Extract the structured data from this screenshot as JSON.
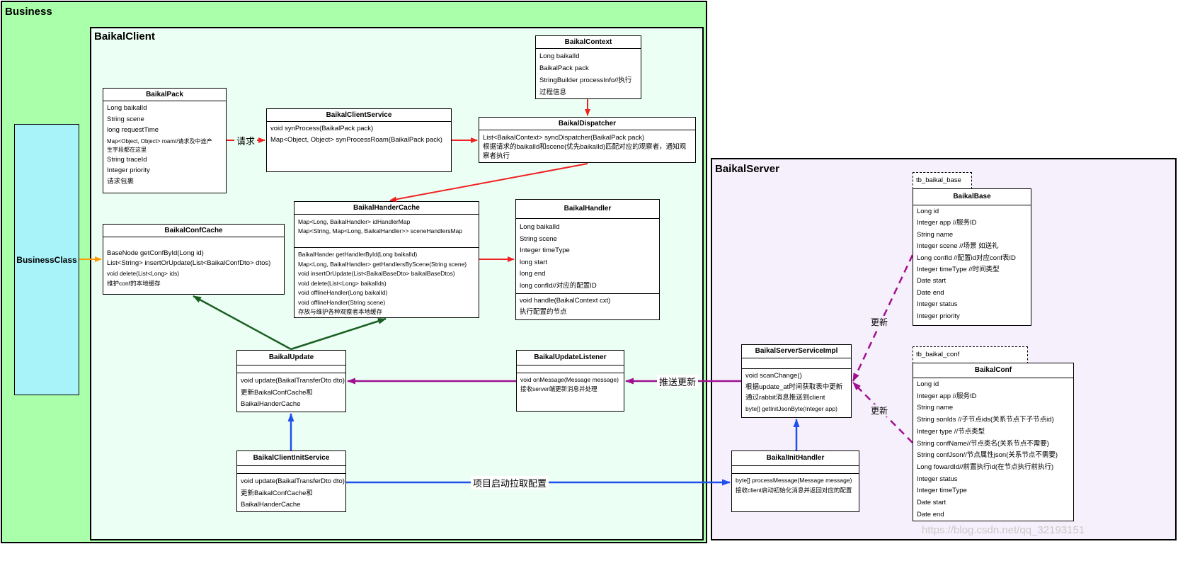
{
  "packages": {
    "business": "Business",
    "client": "BaikalClient",
    "server": "BaikalServer"
  },
  "business_class": "BusinessClass",
  "classes": {
    "baikal_context": {
      "title": "BaikalContext",
      "lines": [
        "Long baikalId",
        "BaikalPack pack",
        "StringBuilder processInfo//执行",
        "过程信息"
      ]
    },
    "baikal_pack": {
      "title": "BaikalPack",
      "lines": [
        "Long baikalId",
        "String scene",
        "long requestTime",
        "Map<Object, Object> roam//请求及中途产",
        "生字段都在这里",
        "String traceId",
        "Integer priority",
        "请求包裹"
      ]
    },
    "client_service": {
      "title": "BaikalClientService",
      "lines": [
        "void synProcess(BaikalPack pack)",
        "Map<Object, Object> synProcessRoam(BaikalPack pack)"
      ]
    },
    "dispatcher": {
      "title": "BaikalDispatcher",
      "lines": [
        "List<BaikalContext> syncDispatcher(BaikalPack pack)",
        "根据请求的baikalId和scene(优先baikalId)匹配对应的观察者，通知观察者执行"
      ]
    },
    "conf_cache": {
      "title": "BaikalConfCache",
      "lines": [
        "BaseNode getConfById(Long id)",
        "List<String> insertOrUpdate(List<BaikalConfDto> dtos)",
        "void delete(List<Long> ids)",
        "维护conf的本地缓存"
      ]
    },
    "hander_cache": {
      "title": "BaikalHanderCache",
      "fields": [
        "Map<Long, BaikalHandler> idHandlerMap",
        "Map<String, Map<Long, BaikalHandler>> sceneHandlersMap"
      ],
      "methods": [
        "BaikalHander getHandlerById(Long baikalId)",
        "Map<Long, BaikalHandler> getHandlersByScene(String scene)",
        "void insertOrUpdate(List<BaikalBaseDto> baikalBaseDtos)",
        "void delete(List<Long> baikalIds)",
        "void offlineHandler(Long baikalId)",
        "void offlineHandler(String scene)",
        "存放与维护各种观察者本地缓存"
      ]
    },
    "handler": {
      "title": "BaikalHandler",
      "fields": [
        "Long baikalId",
        "String scene",
        "Integer  timeType",
        "long start",
        "long end",
        "long confId//对应的配置ID"
      ],
      "methods": [
        "void handle(BaikalContext cxt)",
        "执行配置的节点"
      ]
    },
    "update": {
      "title": "BaikalUpdate",
      "lines": [
        "void update(BaikalTransferDto dto)",
        "更新BaikalConfCache和",
        "BaikalHanderCache"
      ]
    },
    "update_listener": {
      "title": "BaikalUpdateListener",
      "lines": [
        "void onMessage(Message message)",
        "接收server端更新消息并处理"
      ]
    },
    "client_init": {
      "title": "BaikalClientInitService",
      "lines": [
        "void update(BaikalTransferDto dto)",
        "更新BaikalConfCache和",
        "BaikalHanderCache"
      ]
    },
    "server_impl": {
      "title": "BaikalServerServiceImpl",
      "lines": [
        "void scanChange()",
        "根据update_at时间获取表中更新",
        "通过rabbit消息推送到client",
        "byte[] getInitJsonByte(Integer app)"
      ]
    },
    "init_handler": {
      "title": "BaikalInitHandler",
      "lines": [
        "byte[] processMessage(Message message)",
        "接收client启动初始化消息并返回对应的配置"
      ]
    },
    "base": {
      "tab": "tb_baikal_base",
      "title": "BaikalBase",
      "lines": [
        "Long id",
        "Integer app //服务ID",
        "String name",
        "Integer scene //场景 如送礼",
        "Long confId //配置id对应conf表ID",
        "Integer timeType //时间类型",
        "Date start",
        "Date end",
        "Integer status",
        "Integer priority"
      ]
    },
    "conf": {
      "tab": "tb_baikal_conf",
      "title": "BaikalConf",
      "lines": [
        "Long id",
        "Integer app //服务ID",
        "String name",
        "String sonIds //子节点ids(关系节点下子节点id)",
        "Integer type //节点类型",
        "String confName//节点类名(关系节点不需要)",
        "String confJson//节点属性json(关系节点不需要)",
        "Long fowardId//前置执行id(在节点执行前执行)",
        "Integer status",
        "Integer timeType",
        "Date start",
        "Date end"
      ]
    }
  },
  "edge_labels": {
    "request": "请求",
    "push_update": "推送更新",
    "startup_pull": "项目启动拉取配置",
    "update_base": "更新",
    "update_conf": "更新"
  },
  "colors": {
    "business_bg": "#aaffaa",
    "client_bg": "#ecfff4",
    "server_bg": "#f6f0fc",
    "business_class_bg": "#a8f2fa",
    "red": "#ee2222",
    "green": "#1a5e22",
    "purple": "#a0108f",
    "blue": "#1f4fee",
    "orange": "#ff9a00"
  },
  "watermark": "https://blog.csdn.net/qq_32193151"
}
